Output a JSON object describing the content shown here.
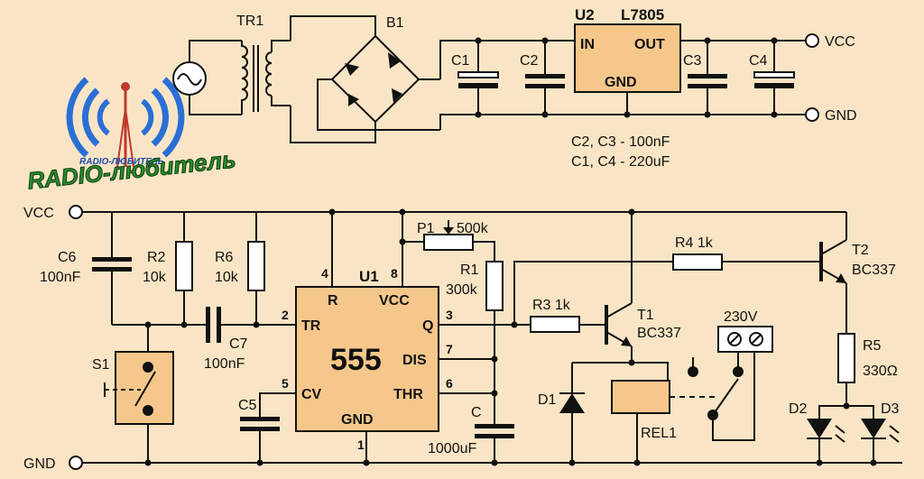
{
  "logo": {
    "text_main": "RADIO-любитель",
    "text_arc": "RADIO-ЛЮБИТЕЛЬ"
  },
  "power_supply": {
    "transformer": "TR1",
    "bridge": "B1",
    "regulator_ref": "U2",
    "regulator_part": "L7805",
    "reg_in": "IN",
    "reg_out": "OUT",
    "reg_gnd": "GND",
    "c1": "C1",
    "c2": "C2",
    "c3": "C3",
    "c4": "C4",
    "out_vcc": "VCC",
    "out_gnd": "GND",
    "note_line1": "C2, C3 - 100nF",
    "note_line2": "C1, C4 - 220uF"
  },
  "timer": {
    "vcc": "VCC",
    "gnd": "GND",
    "c6_ref": "C6",
    "c6_val": "100nF",
    "r2_ref": "R2",
    "r2_val": "10k",
    "r6_ref": "R6",
    "r6_val": "10k",
    "c7_ref": "C7",
    "c7_val": "100nF",
    "c5_ref": "C5",
    "s1_ref": "S1",
    "u1_ref": "U1",
    "ic_name": "555",
    "pin_r": "R",
    "pin_vcc": "VCC",
    "pin_tr": "TR",
    "pin_q": "Q",
    "pin_dis": "DIS",
    "pin_cv": "CV",
    "pin_thr": "THR",
    "pin_gnd": "GND",
    "pin_4": "4",
    "pin_8": "8",
    "pin_2": "2",
    "pin_3": "3",
    "pin_7": "7",
    "pin_5": "5",
    "pin_6": "6",
    "pin_1": "1",
    "p1_ref": "P1",
    "p1_val": "500k",
    "r1_ref": "R1",
    "r1_val": "300k",
    "c_ref": "C",
    "c_val": "1000uF",
    "r3_label": "R3  1k",
    "r4_label": "R4  1k",
    "t1_ref": "T1",
    "t1_part": "BC337",
    "t2_ref": "T2",
    "t2_part": "BC337",
    "d1_ref": "D1",
    "rel_ref": "REL1",
    "mains": "230V",
    "r5_ref": "R5",
    "r5_val": "330Ω",
    "d2_ref": "D2",
    "d3_ref": "D3"
  }
}
